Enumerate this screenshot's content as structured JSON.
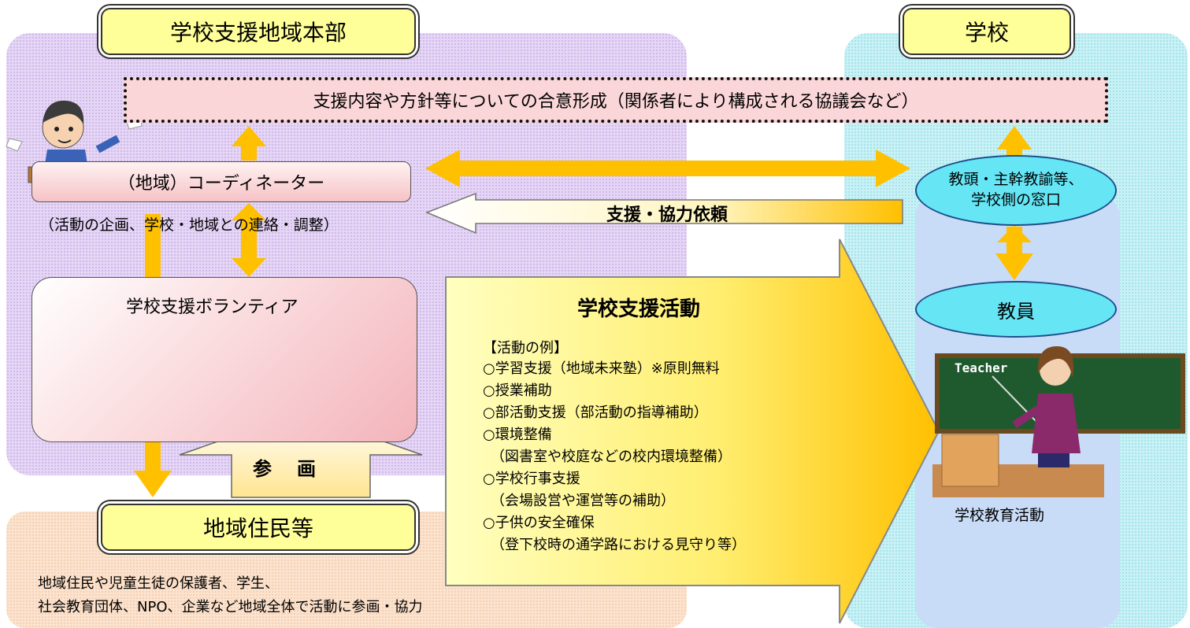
{
  "headers": {
    "honbu": "学校支援地域本部",
    "school": "学校",
    "residents": "地域住民等"
  },
  "consensus": "支援内容や方針等についての合意形成（関係者により構成される協議会など）",
  "coordinator": {
    "title": "（地域）コーディネーター",
    "note": "（活動の企画、学校・地域との連絡・調整）"
  },
  "volunteer": "学校支援ボランティア",
  "participation": "参　画",
  "school_contact": [
    "教頭・主幹教諭等、",
    "学校側の窓口"
  ],
  "teacher": "教員",
  "support_request": "支援・協力依頼",
  "activity": {
    "title": "学校支援活動",
    "examples_header": "【活動の例】",
    "examples": [
      "○学習支援（地域未来塾）※原則無料",
      "○授業補助",
      "○部活動支援（部活動の指導補助）",
      "○環境整備",
      "（図書室や校庭などの校内環境整備）",
      "○学校行事支援",
      "（会場設営や運営等の補助）",
      "○子供の安全確保",
      "（登下校時の通学路における見守り等）"
    ]
  },
  "residents_note": [
    "地域住民や児童生徒の保護者、学生、",
    "社会教育団体、NPO、企業など地域全体で活動に参画・協力"
  ],
  "school_activity": "学校教育活動",
  "blackboard_text": "Teacher",
  "colors": {
    "arrow": "#ffc000",
    "header_fill": "#ffff99",
    "oval_fill": "#66e5f5",
    "consensus_fill": "#fbd6d8"
  }
}
